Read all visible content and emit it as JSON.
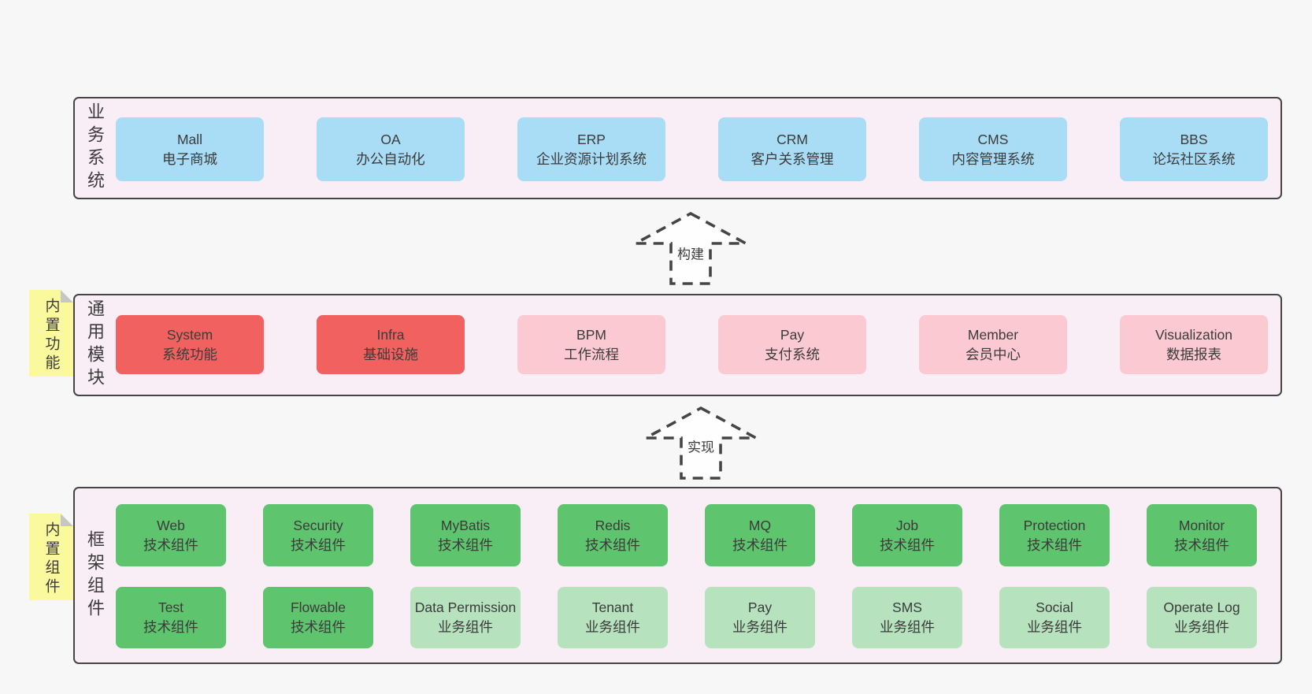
{
  "colors": {
    "page-bg": "#f7f7f7",
    "layer-bg": "#f9eef6",
    "border": "#454545",
    "text": "#3b3b3b",
    "blue": "#a9dcf5",
    "red": "#f1615f",
    "pink": "#fbc9d2",
    "green": "#5ec46d",
    "green-light": "#b6e2be",
    "sticky": "#fbf99e",
    "fold": "#c6c6c6"
  },
  "arrows": [
    {
      "label": "构建"
    },
    {
      "label": "实现"
    }
  ],
  "layers": [
    {
      "label": "业务系统",
      "items": [
        {
          "name": "Mall",
          "sub": "电子商城",
          "variant": "blue"
        },
        {
          "name": "OA",
          "sub": "办公自动化",
          "variant": "blue"
        },
        {
          "name": "ERP",
          "sub": "企业资源计划系统",
          "variant": "blue"
        },
        {
          "name": "CRM",
          "sub": "客户关系管理",
          "variant": "blue"
        },
        {
          "name": "CMS",
          "sub": "内容管理系统",
          "variant": "blue"
        },
        {
          "name": "BBS",
          "sub": "论坛社区系统",
          "variant": "blue"
        }
      ]
    },
    {
      "label": "通用模块",
      "note": "内置功能",
      "items": [
        {
          "name": "System",
          "sub": "系统功能",
          "variant": "red"
        },
        {
          "name": "Infra",
          "sub": "基础设施",
          "variant": "red"
        },
        {
          "name": "BPM",
          "sub": "工作流程",
          "variant": "pink"
        },
        {
          "name": "Pay",
          "sub": "支付系统",
          "variant": "pink"
        },
        {
          "name": "Member",
          "sub": "会员中心",
          "variant": "pink"
        },
        {
          "name": "Visualization",
          "sub": "数据报表",
          "variant": "pink"
        }
      ]
    },
    {
      "label": "框架组件",
      "note": "内置组件",
      "rows": [
        [
          {
            "name": "Web",
            "sub": "技术组件",
            "variant": "green"
          },
          {
            "name": "Security",
            "sub": "技术组件",
            "variant": "green"
          },
          {
            "name": "MyBatis",
            "sub": "技术组件",
            "variant": "green"
          },
          {
            "name": "Redis",
            "sub": "技术组件",
            "variant": "green"
          },
          {
            "name": "MQ",
            "sub": "技术组件",
            "variant": "green"
          },
          {
            "name": "Job",
            "sub": "技术组件",
            "variant": "green"
          },
          {
            "name": "Protection",
            "sub": "技术组件",
            "variant": "green"
          },
          {
            "name": "Monitor",
            "sub": "技术组件",
            "variant": "green"
          }
        ],
        [
          {
            "name": "Test",
            "sub": "技术组件",
            "variant": "green"
          },
          {
            "name": "Flowable",
            "sub": "技术组件",
            "variant": "green"
          },
          {
            "name": "Data Permission",
            "sub": "业务组件",
            "variant": "green-light"
          },
          {
            "name": "Tenant",
            "sub": "业务组件",
            "variant": "green-light"
          },
          {
            "name": "Pay",
            "sub": "业务组件",
            "variant": "green-light"
          },
          {
            "name": "SMS",
            "sub": "业务组件",
            "variant": "green-light"
          },
          {
            "name": "Social",
            "sub": "业务组件",
            "variant": "green-light"
          },
          {
            "name": "Operate Log",
            "sub": "业务组件",
            "variant": "green-light"
          }
        ]
      ]
    }
  ]
}
